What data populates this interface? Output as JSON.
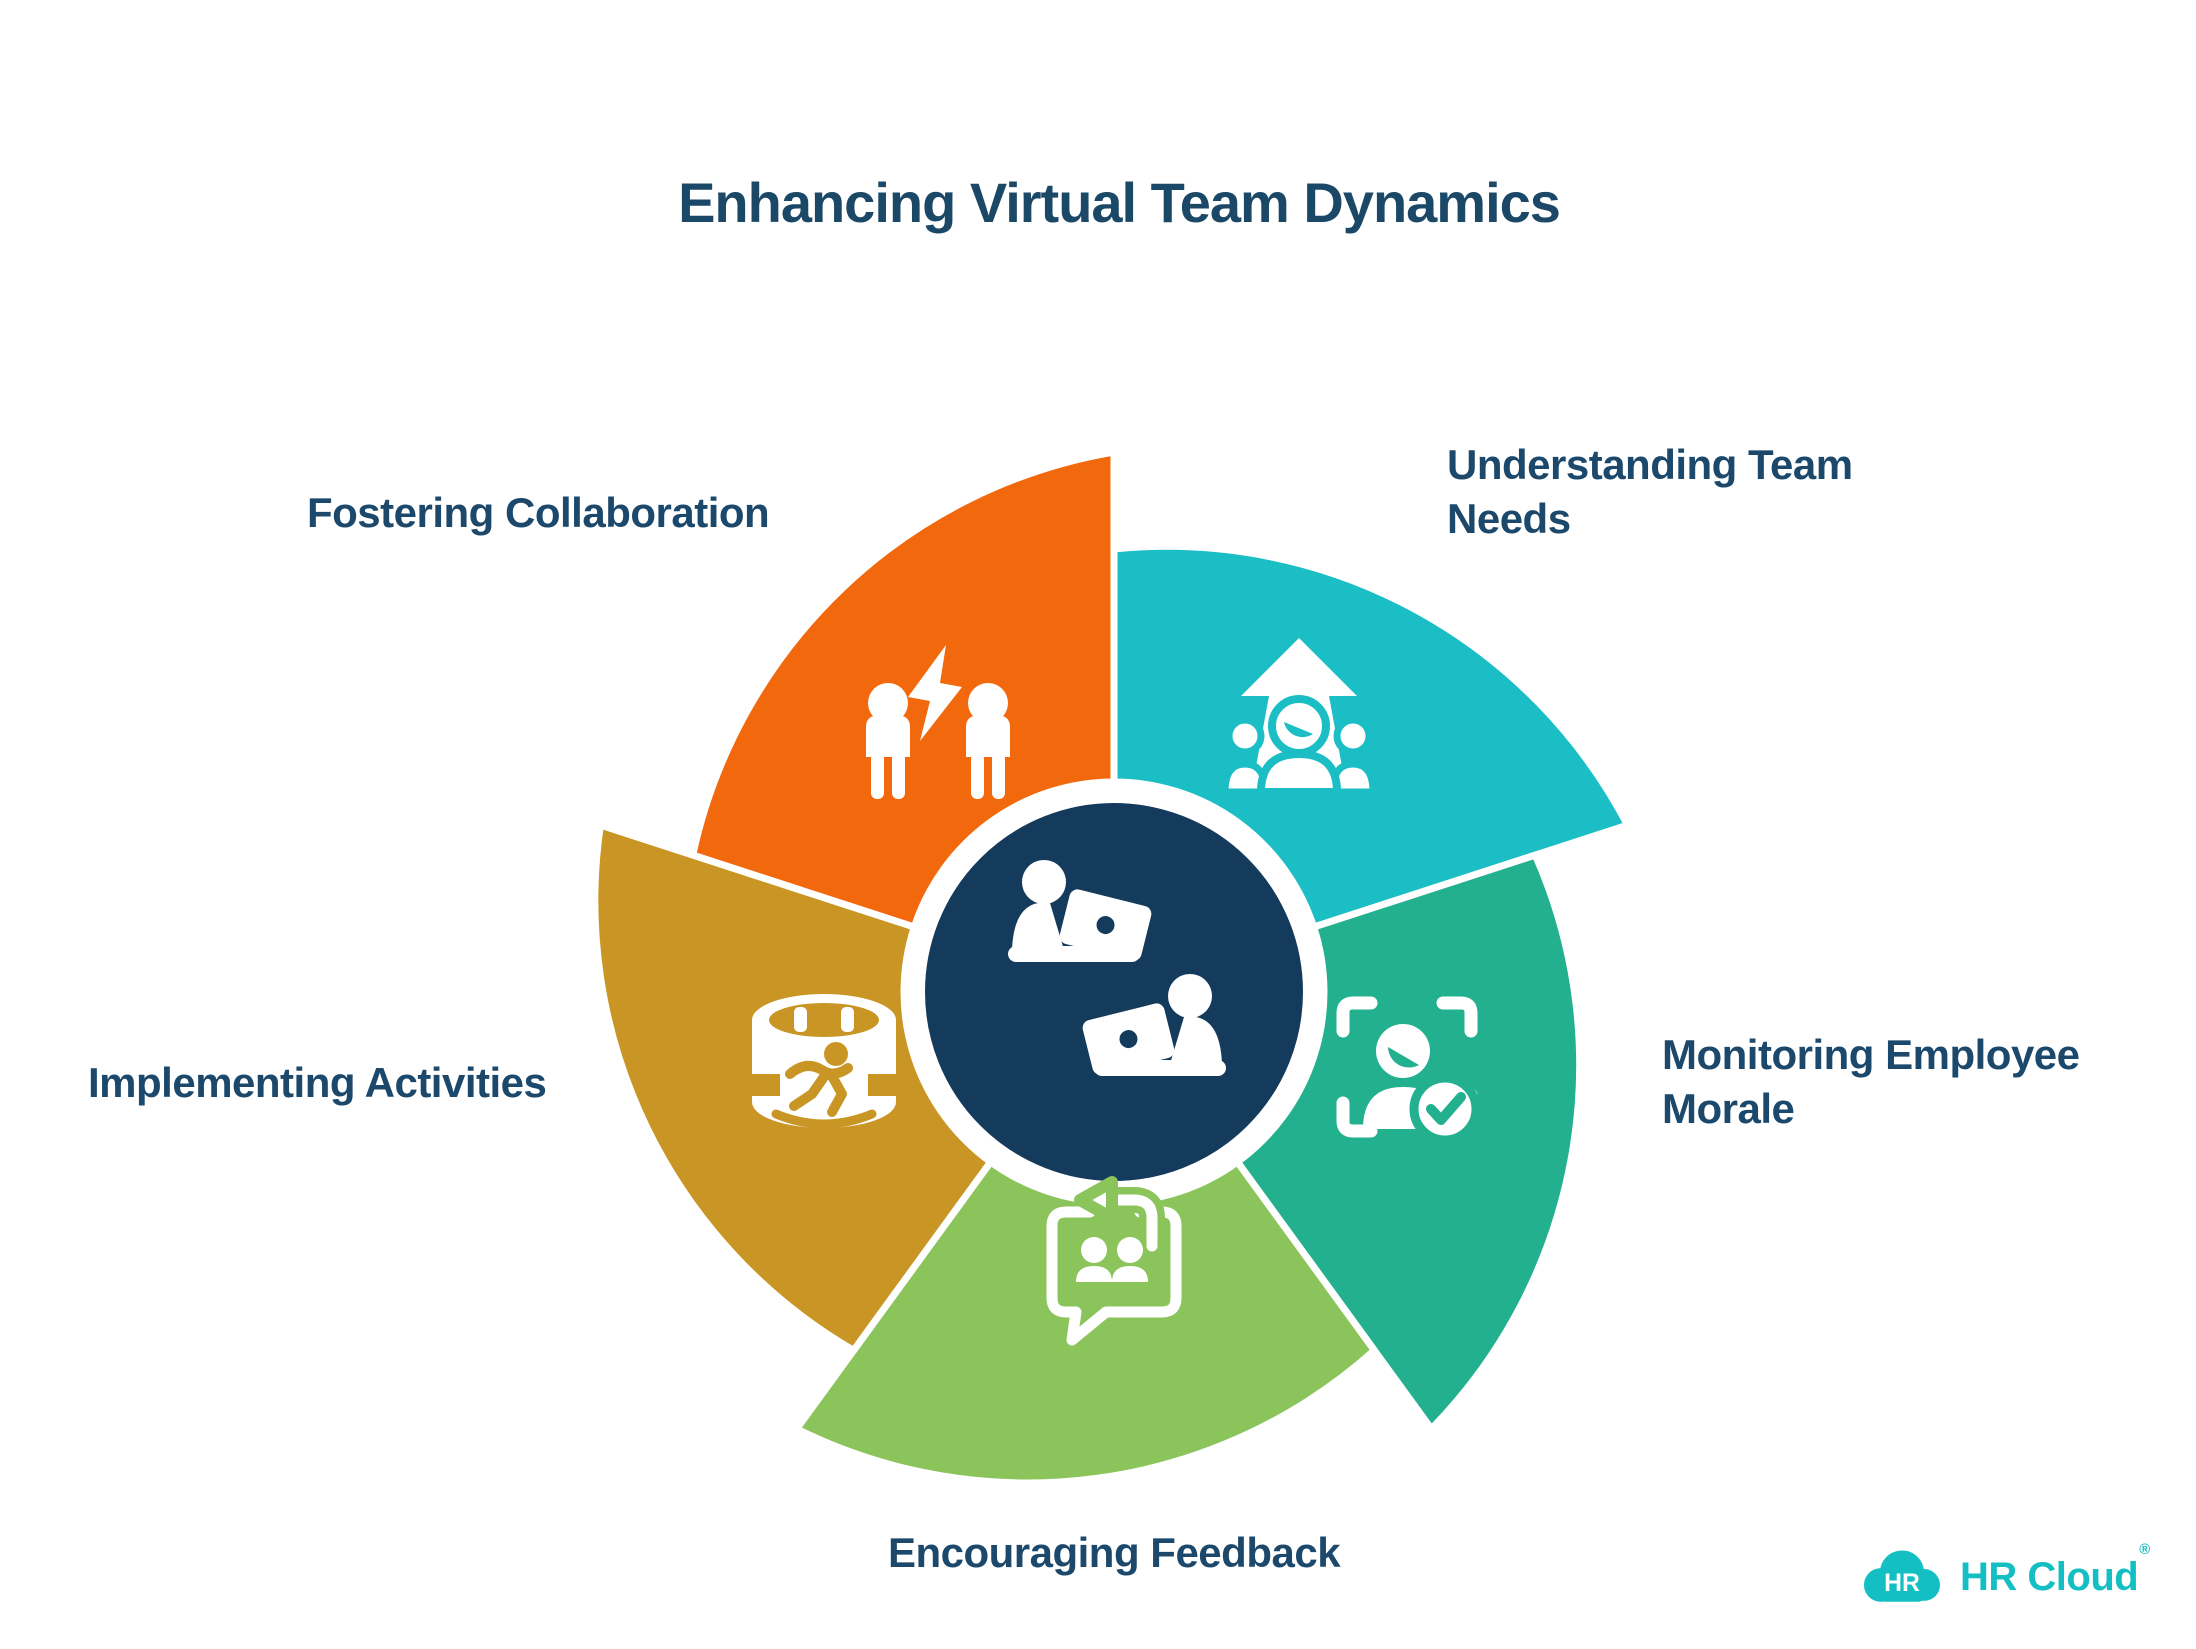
{
  "title": "Enhancing Virtual Team Dynamics",
  "colors": {
    "text": "#1B486B",
    "background": "#FFFFFF"
  },
  "center": {
    "color": "#143A5C",
    "icon": "remote-teamwork-laptops-icon"
  },
  "segments": [
    {
      "label": "Fostering Collaboration",
      "color": "#F2690D",
      "icon": "two-people-lightning-icon"
    },
    {
      "label": "Understanding Team Needs",
      "color": "#1ABEC4",
      "icon": "team-up-arrow-icon"
    },
    {
      "label": "Monitoring Employee Morale",
      "color": "#23B08F",
      "icon": "face-scan-check-icon"
    },
    {
      "label": "Encouraging Feedback",
      "color": "#8CC45C",
      "icon": "feedback-chat-people-icon"
    },
    {
      "label": "Implementing Activities",
      "color": "#C99524",
      "icon": "arena-runner-icon"
    }
  ],
  "logo": {
    "badge": "HR",
    "name": "HR Cloud",
    "registered": "®",
    "color": "#13BFC3"
  }
}
